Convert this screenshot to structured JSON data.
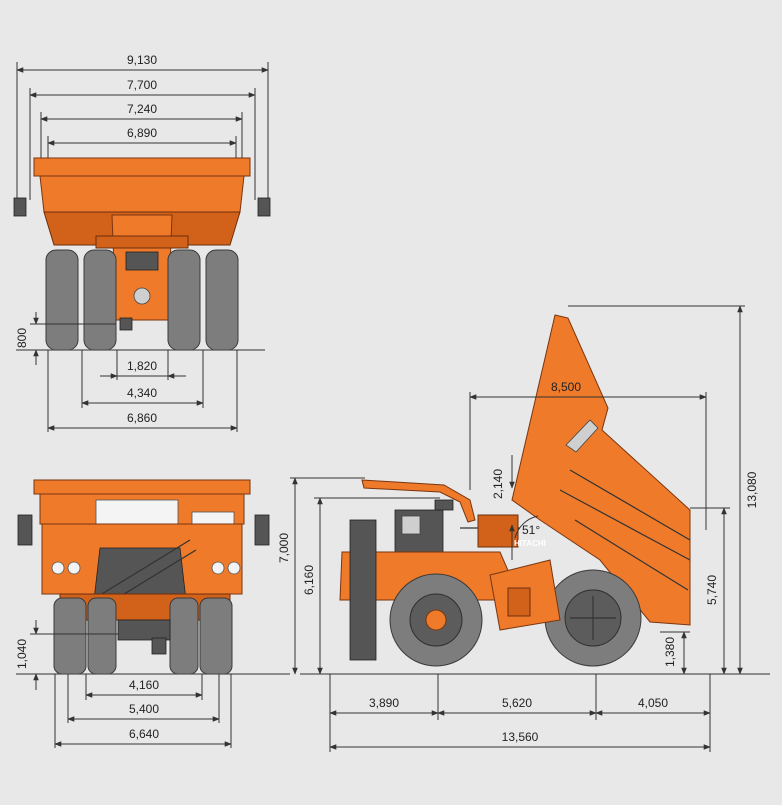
{
  "rear_view": {
    "width_overall": "9,130",
    "width_mirrors": "7,700",
    "width_body_outer": "7,240",
    "width_body_inner": "6,890",
    "ground_clearance": "800",
    "inner_tire_track": "1,820",
    "rear_track": "4,340",
    "rear_tire_width": "6,860"
  },
  "front_view": {
    "ground_clearance": "1,040",
    "front_track": "4,160",
    "width_tires": "5,400",
    "width_overall": "6,640"
  },
  "side_view": {
    "body_length_raised": "8,500",
    "canopy_clearance": "2,140",
    "dump_angle": "51°",
    "height_loaded": "7,000",
    "height_cab": "6,160",
    "height_raised": "13,080",
    "pivot_height": "5,740",
    "rear_clearance": "1,380",
    "front_overhang": "3,890",
    "wheelbase": "5,620",
    "rear_overhang": "4,050",
    "length_overall": "13,560"
  },
  "truck_marking": "HITACHI"
}
